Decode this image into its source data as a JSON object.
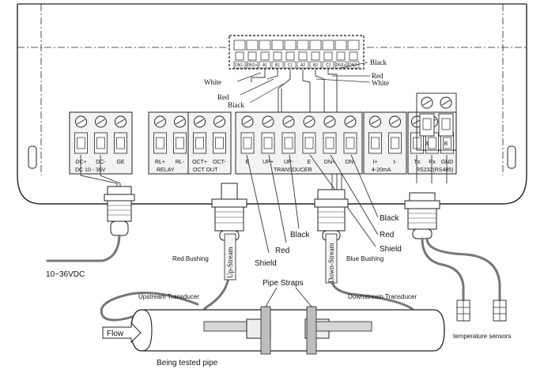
{
  "title": "",
  "top_connector": {
    "pins": [
      "DN1-",
      "DN1+",
      "A1",
      "B1",
      "C1",
      "A2",
      "B2",
      "C2",
      "DN2+",
      "DN2-"
    ],
    "wire_labels_left": [
      "White",
      "Red",
      "Black"
    ],
    "wire_labels_right": [
      "Black",
      "Red",
      "White"
    ]
  },
  "terminals": {
    "power": {
      "pins": [
        "DC+",
        "DC-",
        "GE"
      ],
      "sub": "DC  10 - 36V"
    },
    "relay": {
      "pins": [
        "RL+",
        "RL-"
      ],
      "label": "RELAY"
    },
    "oct": {
      "pins": [
        "OCT+",
        "OCT-"
      ],
      "label": "OCT  OUT"
    },
    "transducer": {
      "pins": [
        "E",
        "UP+",
        "UP-",
        "E",
        "DN+",
        "DN-"
      ],
      "label": "TRANSDUCER"
    },
    "current": {
      "pins": [
        "I+",
        "I-"
      ],
      "label": "4-20mA"
    },
    "rs232": {
      "pins": [
        "Tx",
        "Rx",
        "GND"
      ],
      "label": "RS232(RS485)"
    },
    "ab": {
      "pins": [
        "A",
        "B"
      ]
    }
  },
  "wire_labels": {
    "black_right": "Black",
    "red_right": "Red",
    "shield_right": "Shield",
    "black_mid": "Black",
    "red_mid": "Red",
    "shield_mid": "Shield"
  },
  "labels": {
    "power_supply": "10~36VDC",
    "red_bushing": "Red Bushing",
    "up_stream": "Up-Stream",
    "down_stream": "Down-Stream",
    "blue_bushing": "Blue Bushing",
    "pipe_straps": "Pipe Straps",
    "upstream_transducer": "Upstream Transducer",
    "downstream_transducer": "Downstream Transducer",
    "flow": "Flow",
    "temperature_sensors": "temperature sensors",
    "pipe": "Being tested pipe"
  }
}
